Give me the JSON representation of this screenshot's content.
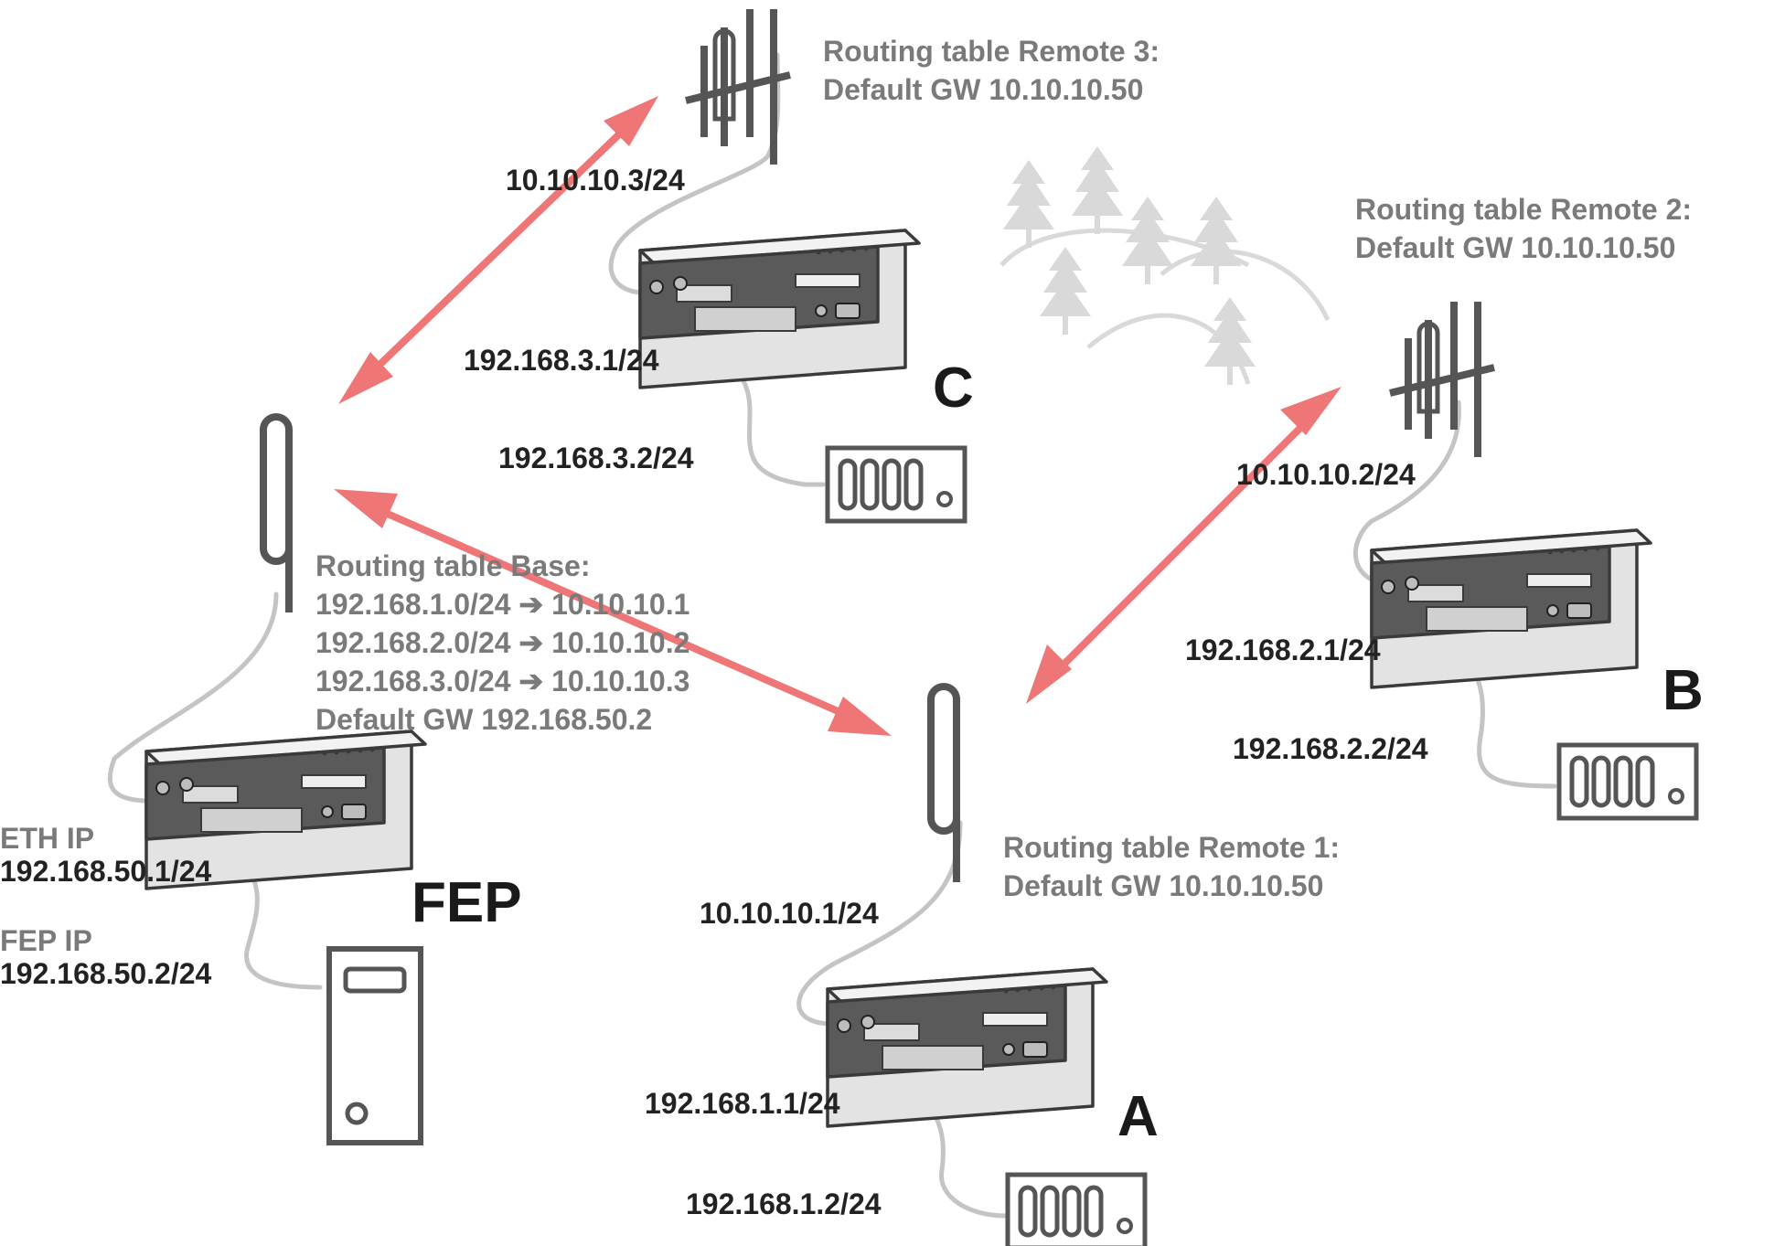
{
  "nodes": {
    "base": {
      "name": "FEP",
      "eth_ip_label": "ETH IP",
      "eth_ip": "192.168.50.1/24",
      "fep_ip_label": "FEP IP",
      "fep_ip": "192.168.50.2/24",
      "routing_title": "Routing table Base:",
      "routes": [
        {
          "net": "192.168.1.0/24",
          "arrow": "➔",
          "gw": "10.10.10.1"
        },
        {
          "net": "192.168.2.0/24",
          "arrow": "➔",
          "gw": "10.10.10.2"
        },
        {
          "net": "192.168.3.0/24",
          "arrow": "➔",
          "gw": "10.10.10.3"
        }
      ],
      "default_gw": "Default GW 192.168.50.2"
    },
    "remote_a": {
      "name": "A",
      "radio_ip": "10.10.10.1/24",
      "eth_ip": "192.168.1.1/24",
      "device_ip": "192.168.1.2/24",
      "routing_title": "Routing table Remote 1:",
      "default_gw": "Default GW 10.10.10.50"
    },
    "remote_b": {
      "name": "B",
      "radio_ip": "10.10.10.2/24",
      "eth_ip": "192.168.2.1/24",
      "device_ip": "192.168.2.2/24",
      "routing_title": "Routing table Remote 2:",
      "default_gw": "Default GW 10.10.10.50"
    },
    "remote_c": {
      "name": "C",
      "radio_ip": "10.10.10.3/24",
      "eth_ip": "192.168.3.1/24",
      "device_ip": "192.168.3.2/24",
      "routing_title": "Routing table Remote 3:",
      "default_gw": "Default GW 10.10.10.50"
    }
  },
  "colors": {
    "radio_link": "#ee7676",
    "cable": "#c4c4c4",
    "device_body": "#e3e3e3",
    "device_front": "#5a5a5a",
    "dark_text": "#222222",
    "grey_text": "#7a7a7a",
    "trees": "#d9d9d9"
  },
  "icons": {
    "router": "radio-modem-icon",
    "omni_antenna": "omni-antenna-icon",
    "yagi_antenna": "yagi-antenna-icon",
    "rtu": "rtu-device-icon",
    "server": "server-tower-icon",
    "terrain": "forest-hills-icon"
  }
}
